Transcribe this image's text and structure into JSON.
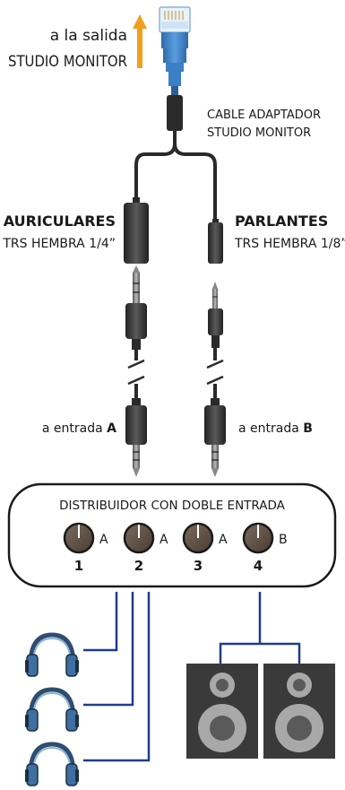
{
  "top_label": {
    "line1": "a la salida",
    "line2": "STUDIO MONITOR"
  },
  "adapter_label": {
    "line1": "CABLE ADAPTADOR",
    "line2": "STUDIO MONITOR"
  },
  "left_jack": {
    "title": "AURICULARES",
    "subtitle": "TRS HEMBRA 1/4”"
  },
  "right_jack": {
    "title": "PARLANTES",
    "subtitle": "TRS HEMBRA 1/8”"
  },
  "input_a": {
    "prefix": "a entrada ",
    "letter": "A"
  },
  "input_b": {
    "prefix": "a entrada ",
    "letter": "B"
  },
  "distributor": {
    "title": "DISTRIBUIDOR CON DOBLE ENTRADA",
    "knobs": [
      {
        "number": "1",
        "source": "A"
      },
      {
        "number": "2",
        "source": "A"
      },
      {
        "number": "3",
        "source": "A"
      },
      {
        "number": "4",
        "source": "B"
      }
    ]
  },
  "colors": {
    "arrow": "#f0a020",
    "rj45_blue": "#3b7fc4",
    "cable": "#2a2a2a",
    "wire": "#1f3c8a",
    "box_border": "#1a1a1a",
    "knob": "#6a5a4c",
    "speaker": "#3a3a3a",
    "headphone": "#3e6fa0"
  },
  "icons": {
    "connector": "rj45-plug-icon",
    "headphones": "headphones-icon",
    "speaker": "speaker-icon",
    "arrow": "arrow-up-icon"
  }
}
